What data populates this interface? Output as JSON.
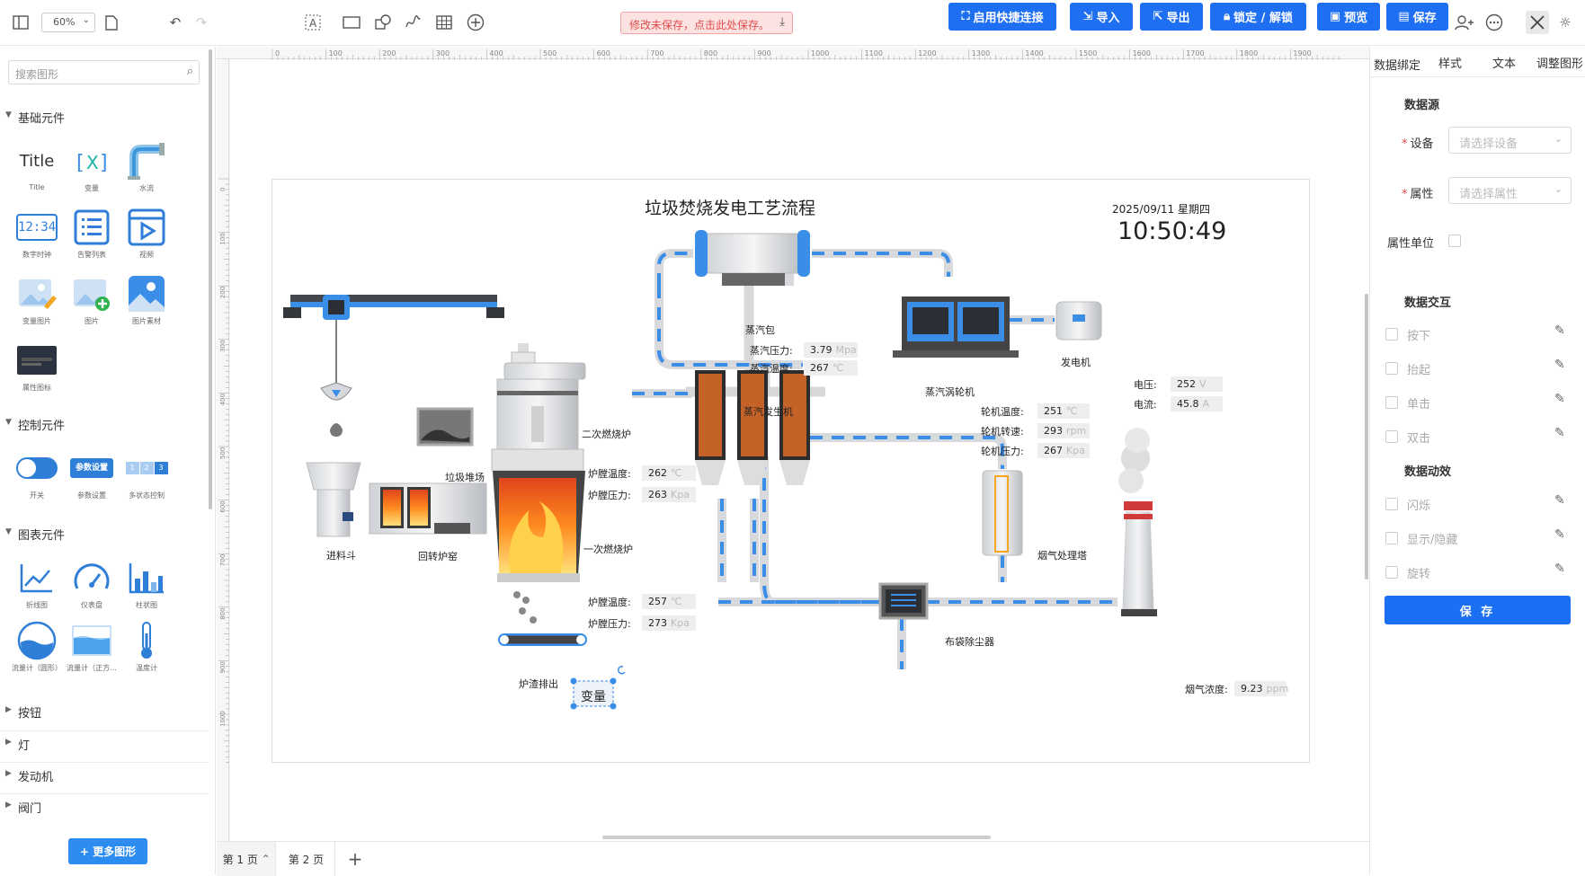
{
  "toolbar": {
    "zoom": "60%",
    "unsaved_notice": "修改未保存，点击此处保存。",
    "buttons": [
      {
        "label": "启用快捷连接"
      },
      {
        "label": "导入"
      },
      {
        "label": "导出"
      },
      {
        "label": "锁定 / 解锁"
      },
      {
        "label": "预览"
      },
      {
        "label": "保存"
      }
    ],
    "accent": "#1f6ff2"
  },
  "left_panel": {
    "search_placeholder": "搜索图形",
    "categories": {
      "basic": "基础元件",
      "control": "控制元件",
      "chart": "图表元件",
      "button": "按钮",
      "light": "灯",
      "engine": "发动机",
      "valve": "阀门"
    },
    "basic_items": [
      "Title",
      "变量",
      "水流",
      "数字时钟",
      "告警列表",
      "视频",
      "变量图片",
      "图片",
      "图片素材",
      "属性图标"
    ],
    "control_items": [
      "开关",
      "参数设置",
      "多状态控制"
    ],
    "chart_items": [
      "折线图",
      "仪表盘",
      "柱状图",
      "流量计（圆形）",
      "流量计（正方...",
      "温度计"
    ],
    "title_text": "Title",
    "clock_text": "12:34",
    "param_btn": "参数设置",
    "multi_state": [
      "1",
      "2",
      "3"
    ],
    "more_button": "+ 更多图形"
  },
  "ruler": {
    "top_ticks": [
      "0",
      "100",
      "200",
      "300",
      "400",
      "500",
      "600",
      "700",
      "800",
      "900",
      "1000",
      "1100",
      "1200",
      "1300",
      "1400",
      "1500",
      "1600",
      "1700",
      "1800",
      "1900"
    ],
    "left_ticks": [
      "0",
      "100",
      "200",
      "300",
      "400",
      "500",
      "600",
      "700",
      "800",
      "900",
      "1000"
    ]
  },
  "diagram": {
    "title": "垃圾焚烧发电工艺流程",
    "date": "2025/09/11 星期四",
    "time": "10:50:49",
    "labels": {
      "drum": "蒸汽包",
      "turbine": "蒸汽涡轮机",
      "generator": "发电机",
      "steam_gen": "蒸汽发生机",
      "secondary": "二次燃烧炉",
      "primary": "一次燃烧炉",
      "pile": "垃圾堆场",
      "hopper": "进料斗",
      "kiln": "回转炉窑",
      "slag": "炉渣排出",
      "filter": "布袋除尘器",
      "tower": "烟气处理塔",
      "variable": "变量"
    },
    "drum_vals": [
      {
        "name": "蒸汽压力:",
        "value": "3.79",
        "unit": "Mpa"
      },
      {
        "name": "蒸汽温度:",
        "value": "267",
        "unit": "℃"
      }
    ],
    "turbine_vals": [
      {
        "name": "轮机温度:",
        "value": "251",
        "unit": "℃"
      },
      {
        "name": "轮机转速:",
        "value": "293",
        "unit": "rpm"
      },
      {
        "name": "轮机压力:",
        "value": "267",
        "unit": "Kpa"
      }
    ],
    "generator_vals": [
      {
        "name": "电压:",
        "value": "252",
        "unit": "V"
      },
      {
        "name": "电流:",
        "value": "45.8",
        "unit": "A"
      }
    ],
    "secondary_vals": [
      {
        "name": "炉膛温度:",
        "value": "262",
        "unit": "℃"
      },
      {
        "name": "炉膛压力:",
        "value": "263",
        "unit": "Kpa"
      }
    ],
    "primary_vals": [
      {
        "name": "炉膛温度:",
        "value": "257",
        "unit": "℃"
      },
      {
        "name": "炉膛压力:",
        "value": "273",
        "unit": "Kpa"
      }
    ],
    "smoke": {
      "name": "烟气浓度:",
      "value": "9.23",
      "unit": "ppm"
    }
  },
  "pages": {
    "tab1": "第 1 页",
    "tab2": "第 2 页",
    "add": "+"
  },
  "right_panel": {
    "tabs": [
      "数据绑定",
      "样式",
      "文本",
      "调整图形"
    ],
    "data_source": "数据源",
    "device_label": "设备",
    "device_placeholder": "请选择设备",
    "attr_label": "属性",
    "attr_placeholder": "请选择属性",
    "unit_label": "属性单位",
    "interaction": "数据交互",
    "interaction_opts": [
      "按下",
      "抬起",
      "单击",
      "双击"
    ],
    "effect": "数据动效",
    "effect_opts": [
      "闪烁",
      "显示/隐藏",
      "旋转"
    ],
    "save": "保 存"
  }
}
